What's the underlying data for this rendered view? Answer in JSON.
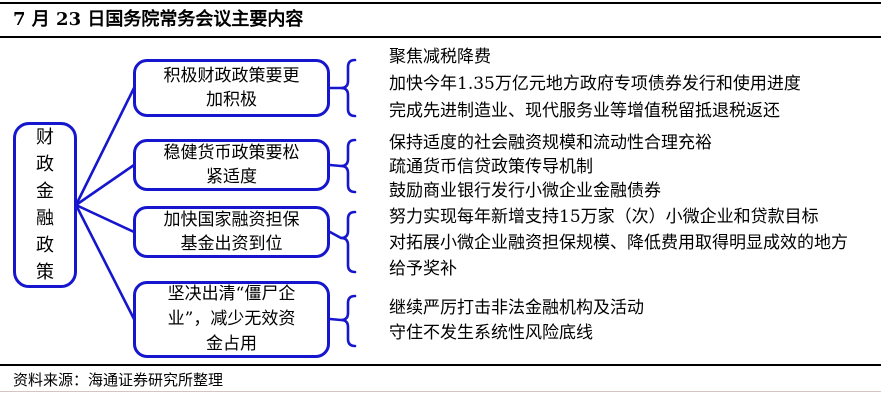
{
  "title": "7 月 23 日国务院常务会议主要内容",
  "root": {
    "label": "财政金融政策"
  },
  "branches": [
    {
      "lines": [
        "积极财政政策要更",
        "加积极"
      ]
    },
    {
      "lines": [
        "稳健货币政策要松",
        "紧适度"
      ]
    },
    {
      "lines": [
        "加快国家融资担保",
        "基金出资到位"
      ]
    },
    {
      "lines": [
        "坚决出清“僵尸企",
        "业”，减少无效资",
        "金占用"
      ]
    }
  ],
  "leaves": [
    {
      "items": [
        "聚焦减税降费",
        "加快今年1.35万亿元地方政府专项债券发行和使用进度",
        "完成先进制造业、现代服务业等增值税留抵退税返还"
      ]
    },
    {
      "items": [
        "保持适度的社会融资规模和流动性合理充裕",
        "疏通货币信贷政策传导机制",
        "鼓励商业银行发行小微企业金融债券"
      ]
    },
    {
      "items": [
        "努力实现每年新增支持15万家（次）小微企业和贷款目标",
        "对拓展小微企业融资担保规模、降低费用取得明显成效的地方给予奖补"
      ]
    },
    {
      "items": [
        "继续严厉打击非法金融机构及活动",
        "守住不发生系统性风险底线"
      ]
    }
  ],
  "source": "资料来源：海通证券研究所整理",
  "colors": {
    "accent_blue": "#1616cf",
    "rule_black": "#000000",
    "rule_bottom": "#d4c4c4"
  }
}
